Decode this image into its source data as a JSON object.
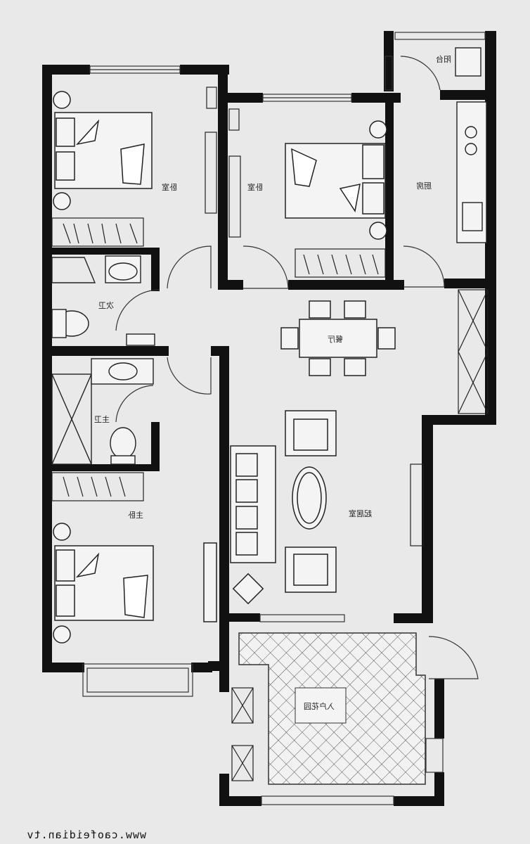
{
  "rooms": {
    "bedroom_2": "卧室",
    "bedroom_3": "卧室",
    "kitchen": "厨房",
    "balcony": "阳台",
    "guest_bath": "次卫",
    "dining": "餐厅",
    "master_bath": "主卫",
    "master_bedroom": "主卧",
    "living": "起居室",
    "entry_garden": "入户花园"
  },
  "watermark": "www.caofeidian.tv"
}
